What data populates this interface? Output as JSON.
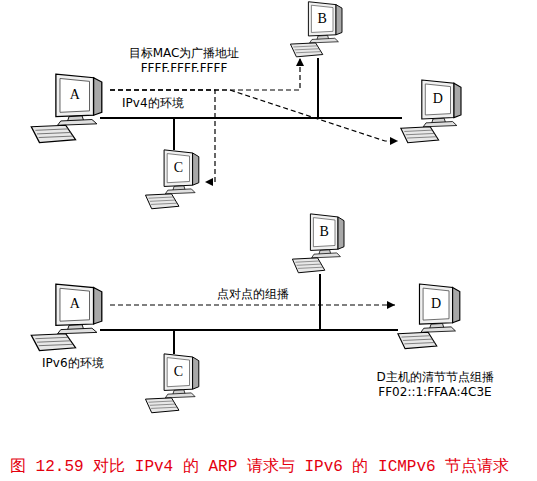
{
  "diagram": {
    "caption": "图 12.59 对比 IPv4 的 ARP 请求与 IPv6 的 ICMPv6 节点请求",
    "nodes": [
      {
        "text": [
          "B"
        ]
      },
      {
        "text": [
          "A"
        ]
      },
      {
        "text": [
          "D"
        ]
      },
      {
        "text": [
          "C"
        ]
      },
      {
        "text": [
          "B"
        ]
      },
      {
        "text": [
          "A"
        ]
      },
      {
        "text": [
          "D"
        ]
      },
      {
        "text": [
          "C"
        ]
      }
    ],
    "edges": [
      {
        "from": 1,
        "to": 0,
        "arrow": "to"
      },
      {
        "from": 1,
        "to": 2,
        "arrow": "to"
      },
      {
        "from": 1,
        "to": 3,
        "arrow": "to"
      },
      {
        "from": 5,
        "to": 6,
        "label": "点对点的组播",
        "arrow": "to"
      }
    ],
    "labels": [
      "目标MAC为广播地址 FFFF.FFFF.FFFF",
      "IPv4的环境",
      "IPv6的环境",
      "D主机的清节节点组播 FF02::1:FFAA:4C3E"
    ]
  }
}
